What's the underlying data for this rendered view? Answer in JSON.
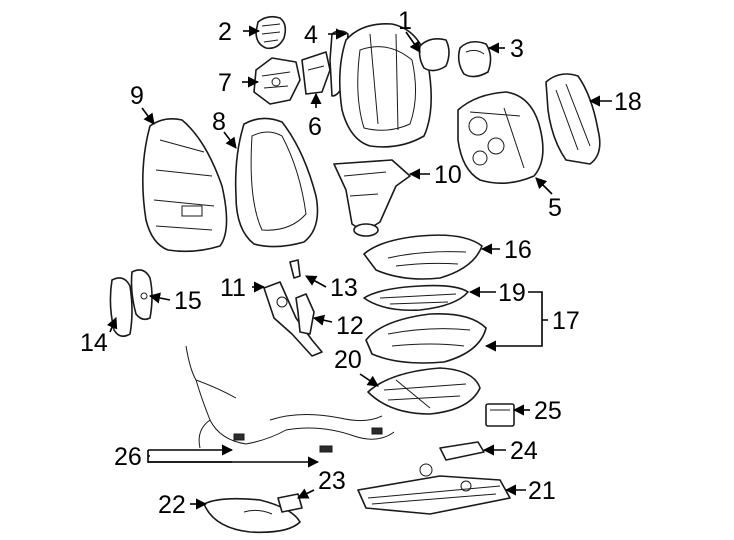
{
  "diagram": {
    "title": "",
    "callouts": [
      "1",
      "2",
      "3",
      "4",
      "5",
      "6",
      "7",
      "8",
      "9",
      "10",
      "11",
      "12",
      "13",
      "14",
      "15",
      "16",
      "17",
      "18",
      "19",
      "20",
      "21",
      "22",
      "23",
      "24",
      "25",
      "26"
    ]
  }
}
